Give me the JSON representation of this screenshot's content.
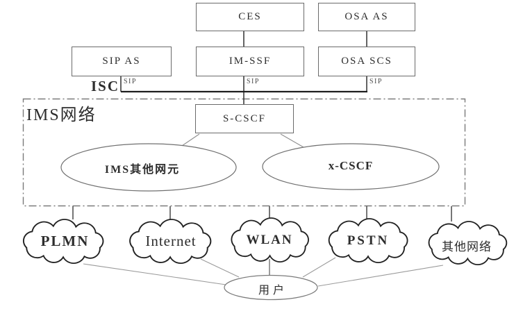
{
  "diagram": {
    "boxes": {
      "ces": "CES",
      "osa_as": "OSA AS",
      "sip_as": "SIP AS",
      "im_ssf": "IM-SSF",
      "osa_scs": "OSA SCS",
      "s_cscf": "S-CSCF"
    },
    "interface_labels": {
      "isc": "ISC",
      "sip_left": "SIP",
      "sip_mid": "SIP",
      "sip_right": "SIP"
    },
    "ims_zone": {
      "label": "IMS网络",
      "other_elements": "IMS其他网元",
      "x_cscf": "x-CSCF"
    },
    "access_clouds": {
      "plmn": "PLMN",
      "internet": "Internet",
      "wlan": "WLAN",
      "pstn": "PSTN",
      "other": "其他网络"
    },
    "user": "用户",
    "colors": {
      "background": "#ffffff",
      "box_border": "#6a6a6a",
      "cloud_outline": "#222222",
      "connector_line": "#3c3c3c",
      "isc_line": "#1e1e1e",
      "thin_line": "#959595",
      "dash_dot_frame": "#7a7a7a",
      "text": "#2d2d2d"
    }
  }
}
